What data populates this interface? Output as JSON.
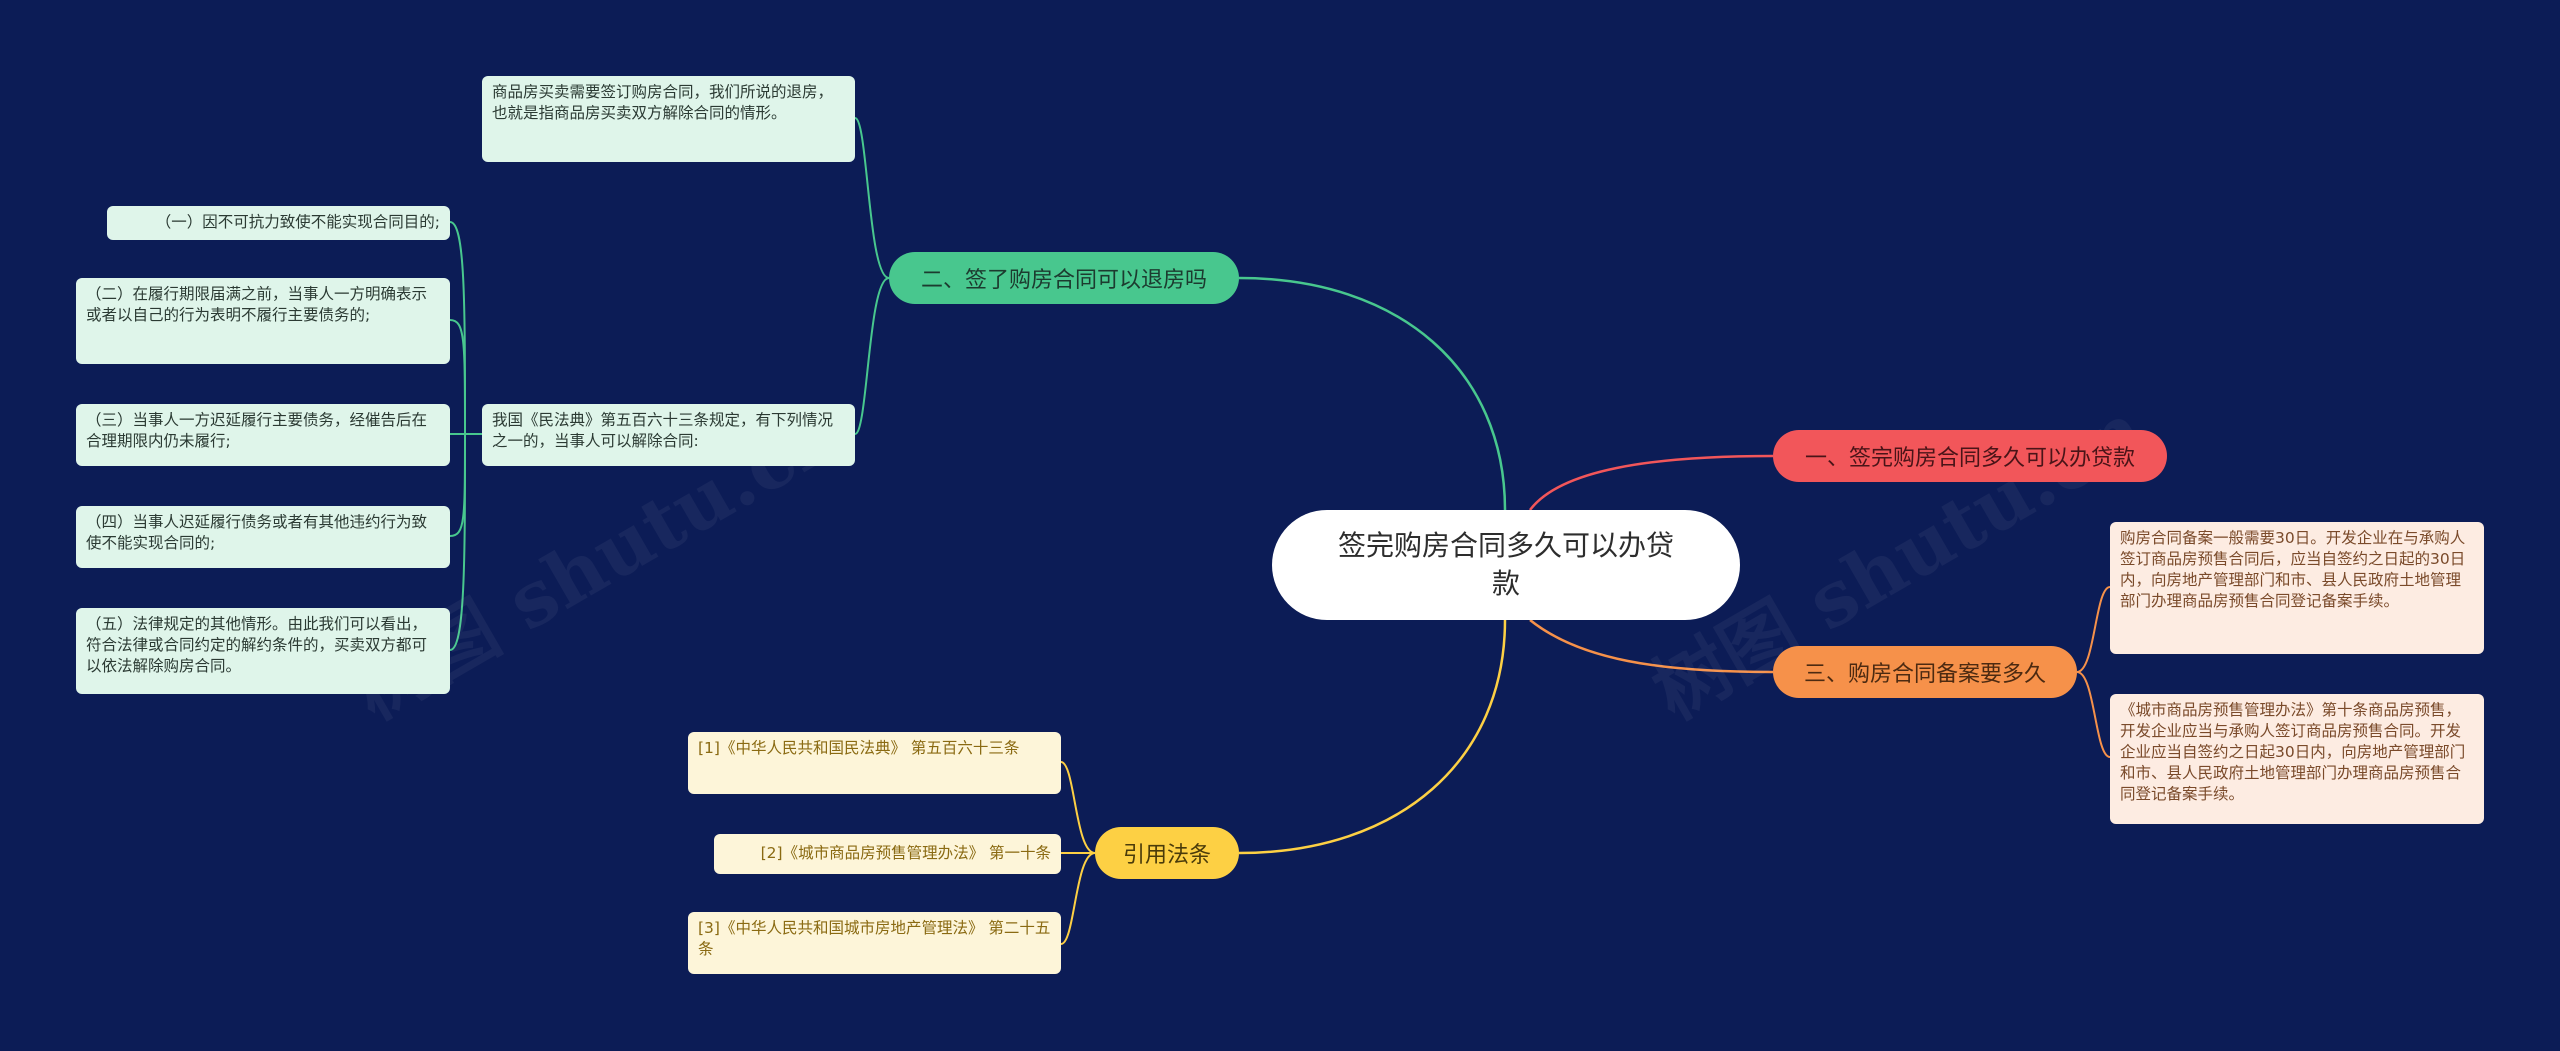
{
  "center": {
    "title": "签完购房合同多久可以办贷款"
  },
  "branches": {
    "b1": "一、签完购房合同多久可以办贷款",
    "b2": "二、签了购房合同可以退房吗",
    "b3": "三、购房合同备案要多久",
    "b4": "引用法条"
  },
  "b2_leaves": {
    "intro": "商品房买卖需要签订购房合同，我们所说的退房，也就是指商品房买卖双方解除合同的情形。",
    "law": "我国《民法典》第五百六十三条规定，有下列情况之一的，当事人可以解除合同:",
    "items": [
      "（一）因不可抗力致使不能实现合同目的;",
      "（二）在履行期限届满之前，当事人一方明确表示或者以自己的行为表明不履行主要债务的;",
      "（三）当事人一方迟延履行主要债务，经催告后在合理期限内仍未履行;",
      "（四）当事人迟延履行债务或者有其他违约行为致使不能实现合同的;",
      "（五）法律规定的其他情形。由此我们可以看出，符合法律或合同约定的解约条件的，买卖双方都可以依法解除购房合同。"
    ]
  },
  "b3_leaves": [
    "购房合同备案一般需要30日。开发企业在与承购人签订商品房预售合同后，应当自签约之日起的30日内，向房地产管理部门和市、县人民政府土地管理部门办理商品房预售合同登记备案手续。",
    "《城市商品房预售管理办法》第十条商品房预售，开发企业应当与承购人签订商品房预售合同。开发企业应当自签约之日起30日内，向房地产管理部门和市、县人民政府土地管理部门办理商品房预售合同登记备案手续。"
  ],
  "b4_leaves": [
    "[1]《中华人民共和国民法典》 第五百六十三条",
    "[2]《城市商品房预售管理办法》 第一十条",
    "[3]《中华人民共和国城市房地产管理法》 第二十五条"
  ],
  "watermarks": [
    "树图 shutu.cn",
    "树图 shutu.cn"
  ],
  "colors": {
    "background": "#0c1c56",
    "green": "#48c78e",
    "red": "#f2565a",
    "orange": "#f6914a",
    "yellow": "#fdd044"
  }
}
